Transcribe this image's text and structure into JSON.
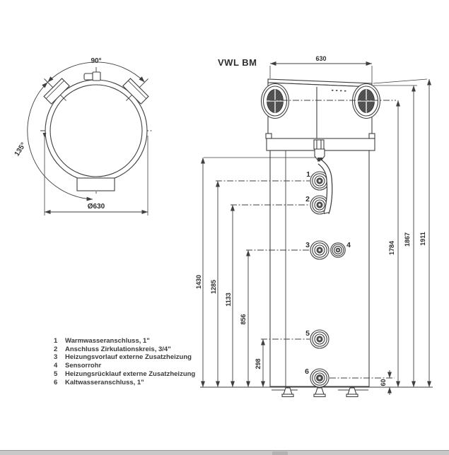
{
  "title": "VWL BM",
  "colors": {
    "line": "#3f3f3f",
    "text": "#2e2e2e",
    "fan_fill": "#565656",
    "scrollbar": "#c8c8c8"
  },
  "top_view": {
    "angle_90": "90°",
    "angle_135": "135°",
    "diameter": "Ø630"
  },
  "side_view": {
    "width_label": "630",
    "right_dims": [
      "1784",
      "1867",
      "1911"
    ],
    "left_dims": [
      "1430",
      "1285",
      "1133",
      "856",
      "298"
    ],
    "bottom_dim": "60",
    "connector_numbers": [
      "1",
      "2",
      "3",
      "4",
      "5",
      "6"
    ]
  },
  "legend": {
    "items": [
      {
        "num": "1",
        "label": "Warmwasseranschluss, 1\""
      },
      {
        "num": "2",
        "label": "Anschluss Zirkulationskreis, 3/4\""
      },
      {
        "num": "3",
        "label": "Heizungsvorlauf externe Zusatzheizung"
      },
      {
        "num": "4",
        "label": "Sensorrohr"
      },
      {
        "num": "5",
        "label": "Heizungsrücklauf externe Zusatzheizung"
      },
      {
        "num": "6",
        "label": "Kaltwasseranschluss, 1\""
      }
    ]
  }
}
